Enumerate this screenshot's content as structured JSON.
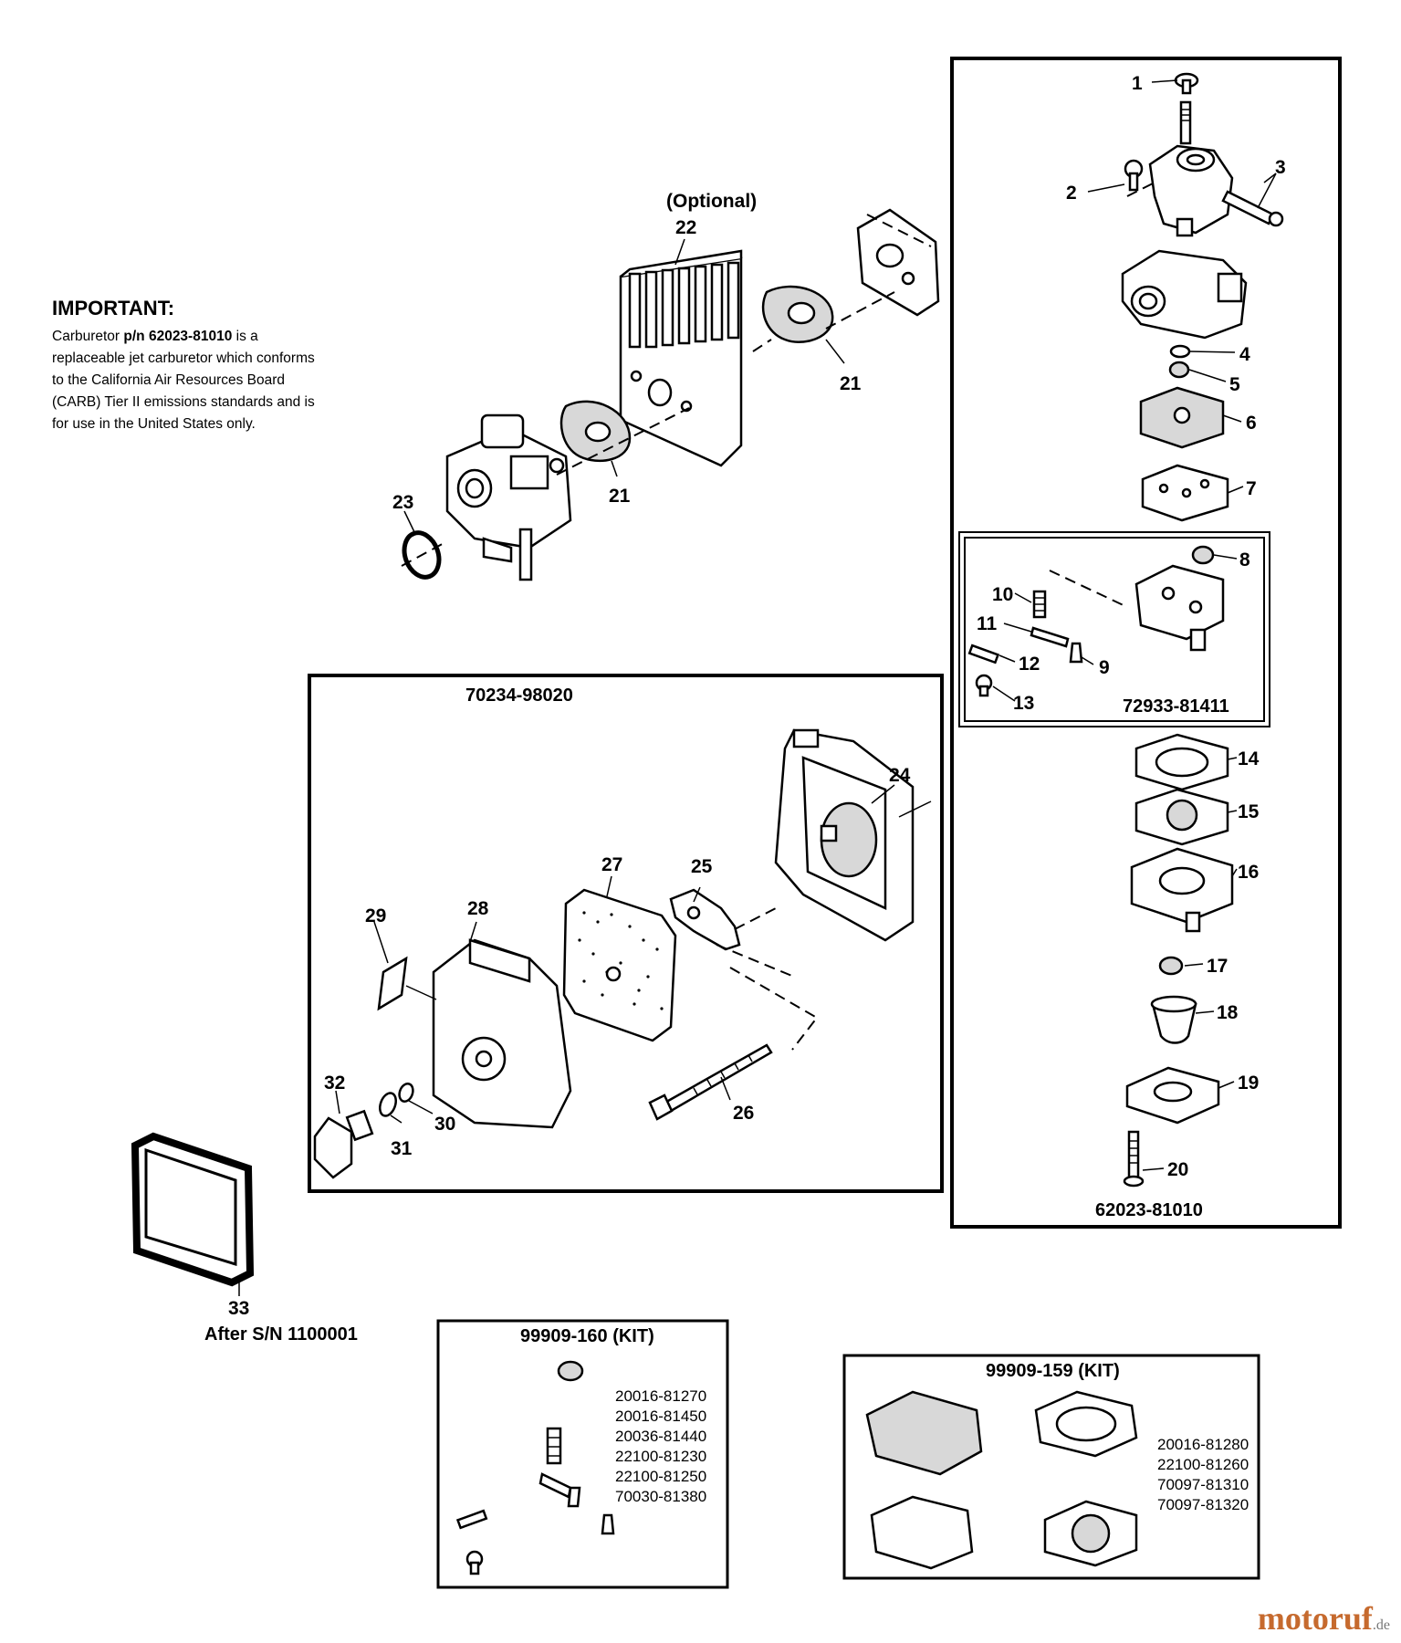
{
  "note": {
    "title": "IMPORTANT:",
    "prefix": "Carburetor ",
    "part_number": "p/n 62023-81010",
    "suffix": " is a replaceable jet carburetor which conforms to the California Air Resources Board (CARB) Tier II emissions standards and is for use in the United States only."
  },
  "optional_label": "(Optional)",
  "assemblies": {
    "carburetor": "62023-81010",
    "pump": "72933-81411",
    "air_cleaner": "70234-98020"
  },
  "part33_note": "After S/N 1100001",
  "kits": [
    {
      "title": "99909-160 (KIT)",
      "parts": [
        "20016-81270",
        "20016-81450",
        "20036-81440",
        "22100-81230",
        "22100-81250",
        "70030-81380"
      ]
    },
    {
      "title": "99909-159 (KIT)",
      "parts": [
        "20016-81280",
        "22100-81260",
        "70097-81310",
        "70097-81320"
      ]
    }
  ],
  "callouts": {
    "n1": "1",
    "n2": "2",
    "n3": "3",
    "n4": "4",
    "n5": "5",
    "n6": "6",
    "n7": "7",
    "n8": "8",
    "n9": "9",
    "n10": "10",
    "n11": "11",
    "n12": "12",
    "n13": "13",
    "n14": "14",
    "n15": "15",
    "n16": "16",
    "n17": "17",
    "n18": "18",
    "n19": "19",
    "n20": "20",
    "n21a": "21",
    "n21b": "21",
    "n22": "22",
    "n23": "23",
    "n24": "24",
    "n25": "25",
    "n26": "26",
    "n27": "27",
    "n28": "28",
    "n29": "29",
    "n30": "30",
    "n31": "31",
    "n32": "32",
    "n33": "33"
  },
  "watermark": {
    "main": "motoruf",
    "suffix": ".de"
  }
}
